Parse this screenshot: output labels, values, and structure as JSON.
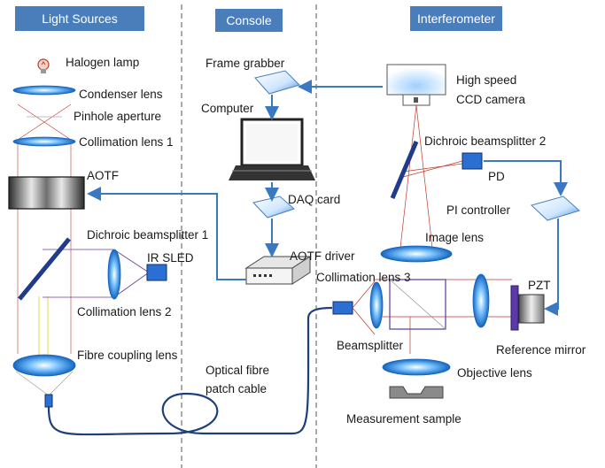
{
  "headers": {
    "light_sources": "Light Sources",
    "console": "Console",
    "interferometer": "Interferometer"
  },
  "labels": {
    "halogen_lamp": "Halogen lamp",
    "condenser_lens": "Condenser lens",
    "pinhole_aperture": "Pinhole aperture",
    "collimation_lens_1": "Collimation lens 1",
    "aotf": "AOTF",
    "dichroic_beamsplitter_1": "Dichroic  beamsplitter 1",
    "ir_sled": "IR SLED",
    "collimation_lens_2": "Collimation lens 2",
    "fibre_coupling_lens": "Fibre coupling lens",
    "frame_grabber": "Frame grabber",
    "computer": "Computer",
    "daq_card": "DAQ card",
    "aotf_driver": "AOTF driver",
    "optical_fibre_line1": "Optical fibre",
    "optical_fibre_line2": "patch cable",
    "high_speed_line1": "High speed",
    "high_speed_line2": "CCD camera",
    "dichroic_beamsplitter_2": "Dichroic  beamsplitter 2",
    "pd": "PD",
    "pi_controller": "PI controller",
    "image_lens": "Image lens",
    "collimation_lens_3": "Collimation lens 3",
    "pzt": "PZT",
    "beamsplitter": "Beamsplitter",
    "reference_mirror": "Reference mirror",
    "objective_lens": "Objective lens",
    "measurement_sample": "Measurement sample"
  },
  "colors": {
    "header_bg": "#4a7ebb",
    "connector": "#3a78c2",
    "lens": "#1e90ff",
    "beam_red": "#c0392b",
    "beam_yellow": "#e8d44d",
    "beam_purple": "#6a3d9a",
    "box_blue": "#2a6fd1"
  }
}
